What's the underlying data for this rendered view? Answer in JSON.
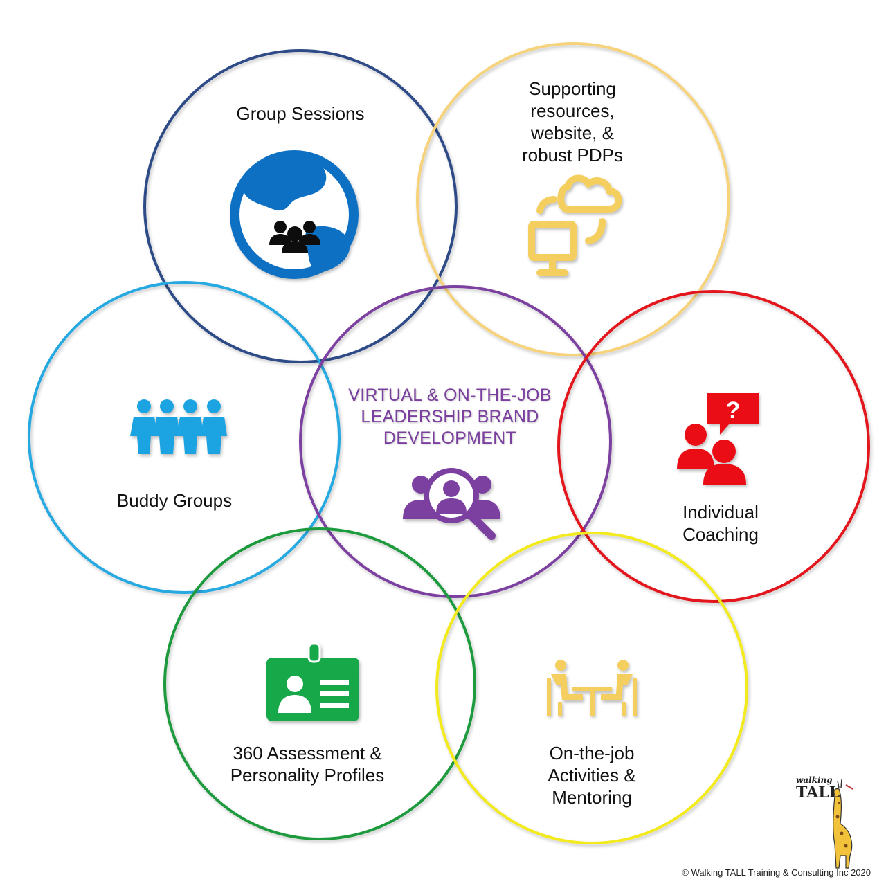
{
  "center": {
    "title_lines": [
      "VIRTUAL & ON-THE-JOB",
      "LEADERSHIP BRAND",
      "DEVELOPMENT"
    ],
    "icon": "leadership-search-icon",
    "color": "#7b3fa0"
  },
  "circles": [
    {
      "id": "group-sessions",
      "label_lines": [
        "Group Sessions"
      ],
      "color": "#2d4c87",
      "icon": "globe-people-icon",
      "icon_color": "#0a6fc2"
    },
    {
      "id": "supporting-resources",
      "label_lines": [
        "Supporting",
        "resources,",
        "website, &",
        "robust PDPs"
      ],
      "color": "#f6d27a",
      "icon": "cloud-sync-monitor-icon",
      "icon_color": "#f4cf5e"
    },
    {
      "id": "buddy-groups",
      "label_lines": [
        "Buddy Groups"
      ],
      "color": "#25a8e0",
      "icon": "group-people-icon",
      "icon_color": "#1ea3e2"
    },
    {
      "id": "individual-coaching",
      "label_lines": [
        "Individual",
        "Coaching"
      ],
      "color": "#e2141b",
      "icon": "coaching-question-icon",
      "icon_color": "#ea1118"
    },
    {
      "id": "assessment-profiles",
      "label_lines": [
        "360 Assessment &",
        "Personality Profiles"
      ],
      "color": "#1f9a3c",
      "icon": "id-badge-icon",
      "icon_color": "#17a84a"
    },
    {
      "id": "on-the-job",
      "label_lines": [
        "On-the-job",
        "Activities &",
        "Mentoring"
      ],
      "color": "#f2ea1d",
      "icon": "meeting-table-icon",
      "icon_color": "#f4cf5e"
    }
  ],
  "footer": {
    "copyright": "© Walking TALL Training & Consulting Inc 2020",
    "brand_line1": "walking",
    "brand_line2": "TALL"
  }
}
